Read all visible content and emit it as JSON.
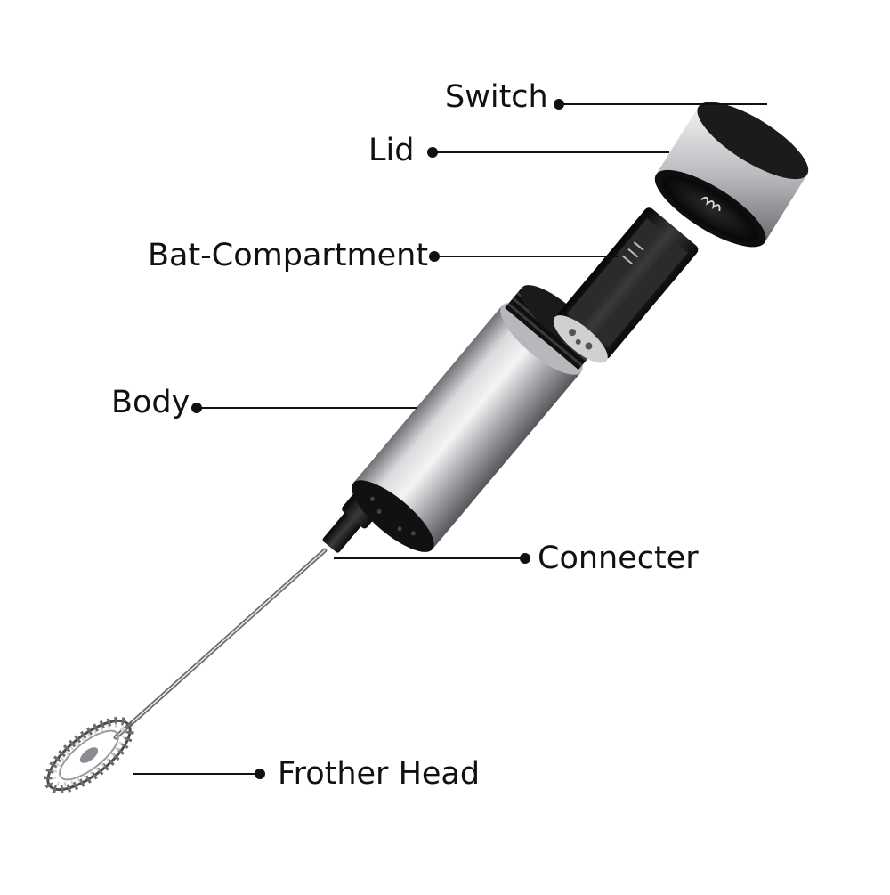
{
  "diagram": {
    "labels": {
      "switch": "Switch",
      "lid": "Lid",
      "battery_compartment": "Bat-Compartment",
      "body": "Body",
      "connector": "Connecter",
      "frother_head": "Frother Head"
    },
    "colors": {
      "leader_line": "#111111",
      "steel_dark": "#5a5c60",
      "steel_light": "#e6e7e9",
      "black_part": "#141414"
    }
  }
}
